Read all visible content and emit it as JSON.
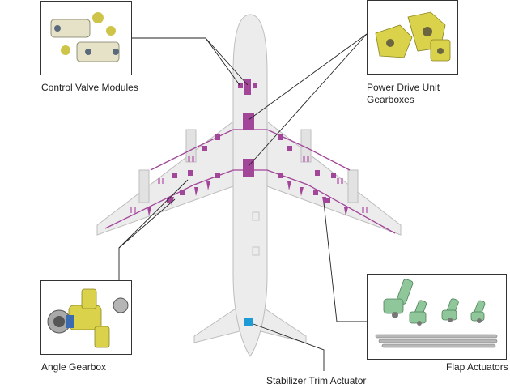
{
  "labels": {
    "control_valve_modules": "Control Valve Modules",
    "power_drive_unit_line1": "Power Drive Unit",
    "power_drive_unit_line2": "Gearboxes",
    "angle_gearbox": "Angle Gearbox",
    "stabilizer_trim_actuator": "Stabilizer Trim Actuator",
    "flap_actuators": "Flap Actuators"
  },
  "icons": {
    "control_valve_modules": "valve-module-photo-icon",
    "power_drive_unit": "gearbox-photo-icon",
    "angle_gearbox": "angle-gearbox-photo-icon",
    "flap_actuators": "flap-actuator-photo-icon"
  },
  "colors": {
    "aircraft_fill": "#ececec",
    "aircraft_stroke": "#bdbdbd",
    "system_magenta": "#a2469a",
    "system_light": "#c98cc2",
    "stabilizer_highlight": "#1e9bd7",
    "leader_line": "#222222",
    "photo_yellow": "#d9d24a",
    "photo_green": "#8fc79a"
  }
}
